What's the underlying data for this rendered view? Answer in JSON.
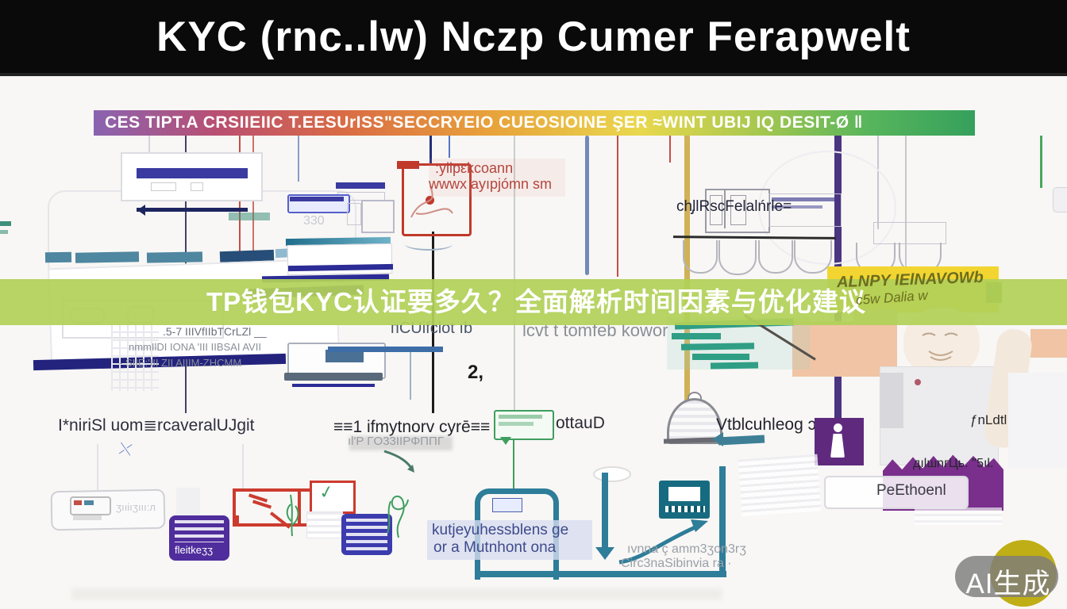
{
  "header": {
    "title": "KYC (rnc..lw) Nczp Cumer Ferapwelt",
    "bg": "#0a0a0a",
    "fg": "#ffffff"
  },
  "banner": {
    "text": "CES TIPT.A CRSIIEIIC T.EESUrISS\"SECCRYEIO CUEOSIOINE ŞER ≈WINT UBIJ IQ DESIT-Ø ǁ",
    "gradient": [
      "#8a63b0",
      "#b94f72",
      "#d96a45",
      "#e8a23b",
      "#e9d84e",
      "#57b55c"
    ]
  },
  "overlay_banner": {
    "text": "TP钱包KYC认证要多久？全面解析时间因素与优化建议",
    "bg": "#b1d158",
    "fg": "#ffffff"
  },
  "ai_badge": {
    "label": "AI生成",
    "pill_color": "#7d7d7d",
    "circle_color": "#bfae15"
  },
  "diagram": {
    "red_note": {
      "line1": ":yllpεkcoann",
      "line2": "wwwx ayıpjómn sm",
      "color": "#b4453c"
    },
    "chllrs_label": "ch̡llRscFelalńrle=",
    "yellow_note": {
      "line1": "ALNPY IElNAVOWb",
      "line2": "c5w Dalia w",
      "bg": "#f2d531"
    },
    "itcu_label": "пCUifclot ıb",
    "lcvt_label": "lcvt t tomfeb kowor",
    "left_garbled": {
      "line1": ".5-7 IIIVfIIbTCrLZl __",
      "line2": "nmmIlDI IONA 'III IIBSAI AVII",
      "line3": "- SIIE:'III ZII AIIIM-ZHCMM"
    },
    "num_330": "330",
    "num_2": "2,",
    "mirisl_label": "I*niriSl uom≣rcaveralUJgit",
    "ifmytnorv": {
      "line1": "≡≡1 ifmytnorv cyrē≡≡",
      "line2": "ıl'P ΓΟ33ΙΙΡΦΠΠΓ"
    },
    "ottaup_label": "ottauD",
    "vulcu_label": "Vtblcuhleog ɔɔ",
    "anldtl_label": "ƒnLdtl",
    "drape_text": "дılшnгЦь. ''5ıl.",
    "peethoeni_label": "PeEthoenl",
    "gate_text": {
      "line1": "kutjeyuhessblens ge",
      "line2": "or a Mutnhont ona"
    },
    "teal_note": {
      "line1": "ıvnna ç amm3ʒon3rʒ",
      "line2": "Circ3naSibinvia ra ·"
    },
    "badge1_text": "ﬂeitkeʒʒ",
    "device_text": "ʒııiıʒııı:л",
    "colors": {
      "red": "#c24f45",
      "indigo": "#2c2c96",
      "teal_flow": "#2e7d99",
      "teal_bar": "#2f9e85",
      "yellow_line": "#c9a53b",
      "purple_line": "#4a3580",
      "purple_drape": "#7a2f8c",
      "purple_badge": "#4f2d9c",
      "salmon": "#f0c4a4"
    }
  }
}
